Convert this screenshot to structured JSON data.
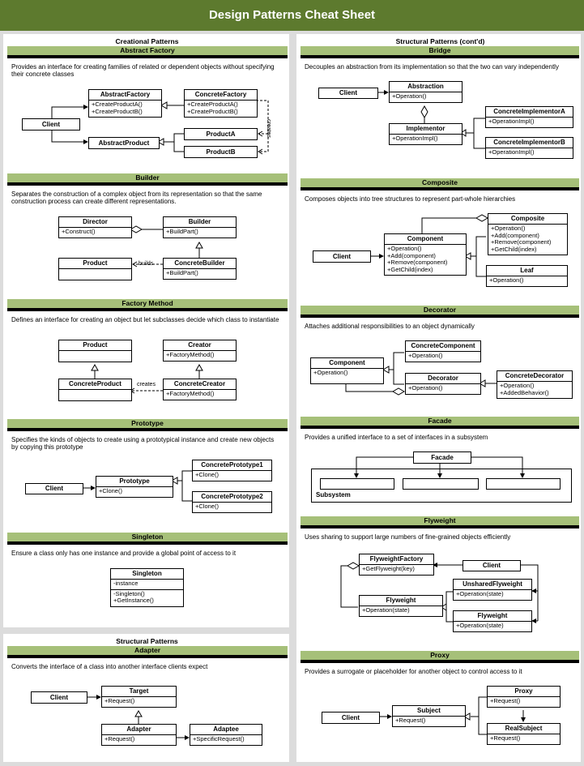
{
  "page": {
    "title": "Design Patterns Cheat Sheet"
  },
  "left": {
    "creational_title": "Creational Patterns",
    "structural_title": "Structural Patterns"
  },
  "right": {
    "structural_cont_title": "Structural Patterns (cont'd)"
  },
  "abstract_factory": {
    "title": "Abstract Factory",
    "desc": "Provides an interface for creating families of related or dependent objects without specifying their concrete classes",
    "client": "Client",
    "af": {
      "name": "AbstractFactory",
      "ops": "+CreateProductA()\n+CreateProductB()"
    },
    "cf": {
      "name": "ConcreteFactory",
      "ops": "+CreateProductA()\n+CreateProductB()"
    },
    "ap": "AbstractProduct",
    "pa": "ProductA",
    "pb": "ProductB",
    "creates": "creates"
  },
  "builder": {
    "title": "Builder",
    "desc": "Separates the construction of a complex object from its representation so that the same construction process can create different representations.",
    "director": {
      "name": "Director",
      "ops": "+Construct()"
    },
    "builder": {
      "name": "Builder",
      "ops": "+BuildPart()"
    },
    "product": {
      "name": "Product",
      "ops": ""
    },
    "cb": {
      "name": "ConcreteBuilder",
      "ops": "+BuildPart()"
    },
    "builds": "builds"
  },
  "factory_method": {
    "title": "Factory Method",
    "desc": "Defines an interface for creating an object but let subclasses decide which class to instantiate",
    "product": {
      "name": "Product",
      "ops": ""
    },
    "creator": {
      "name": "Creator",
      "ops": "+FactoryMethod()"
    },
    "cp": {
      "name": "ConcreteProduct",
      "ops": ""
    },
    "cc": {
      "name": "ConcreteCreator",
      "ops": "+FactoryMethod()"
    },
    "creates": "creates"
  },
  "prototype": {
    "title": "Prototype",
    "desc": "Specifies the kinds of objects to create using a prototypical instance and create new objects by copying this prototype",
    "client": "Client",
    "proto": {
      "name": "Prototype",
      "ops": "+Clone()"
    },
    "cp1": {
      "name": "ConcretePrototype1",
      "ops": "+Clone()"
    },
    "cp2": {
      "name": "ConcretePrototype2",
      "ops": "+Clone()"
    }
  },
  "singleton": {
    "title": "Singleton",
    "desc": "Ensure a class only has one instance and provide a global point of access to it",
    "s": {
      "name": "Singleton",
      "attrs": "-instance",
      "ops": "-Singleton()\n+GetInstance()"
    }
  },
  "adapter": {
    "title": "Adapter",
    "desc": "Converts the interface of a class into another interface clients expect",
    "client": "Client",
    "target": {
      "name": "Target",
      "ops": "+Request()"
    },
    "adapter": {
      "name": "Adapter",
      "ops": "+Request()"
    },
    "adaptee": {
      "name": "Adaptee",
      "ops": "+SpecificRequest()"
    }
  },
  "bridge": {
    "title": "Bridge",
    "desc": "Decouples an abstraction from its implementation so that the two can vary independently",
    "client": "Client",
    "abs": {
      "name": "Abstraction",
      "ops": "+Operation()"
    },
    "impl": {
      "name": "Implementor",
      "ops": "+OperationImpl()"
    },
    "cia": {
      "name": "ConcreteImplementorA",
      "ops": "+OperationImpl()"
    },
    "cib": {
      "name": "ConcreteImplementorB",
      "ops": "+OperationImpl()"
    }
  },
  "composite": {
    "title": "Composite",
    "desc": "Composes objects into tree structures to represent part-whole hierarchies",
    "client": "Client",
    "comp": {
      "name": "Component",
      "ops": "+Operation()\n+Add(component)\n+Remove(component)\n+GetChild(index)"
    },
    "composite": {
      "name": "Composite",
      "ops": "+Operation()\n+Add(component)\n+Remove(component)\n+GetChild(index)"
    },
    "leaf": {
      "name": "Leaf",
      "ops": "+Operation()"
    }
  },
  "decorator": {
    "title": "Decorator",
    "desc": "Attaches additional responsibilities to an object dynamically",
    "comp": {
      "name": "Component",
      "ops": "+Operation()"
    },
    "cc": {
      "name": "ConcreteComponent",
      "ops": "+Operation()"
    },
    "dec": {
      "name": "Decorator",
      "ops": "+Operation()"
    },
    "cd": {
      "name": "ConcreteDecorator",
      "ops": "+Operation()\n+AddedBehavior()"
    }
  },
  "facade": {
    "title": "Facade",
    "desc": "Provides a unified interface to a set of interfaces in a subsystem",
    "facade": "Facade",
    "subsystem": "Subsystem"
  },
  "flyweight": {
    "title": "Flyweight",
    "desc": "Uses sharing to support large numbers of fine-grained objects efficiently",
    "ff": {
      "name": "FlyweightFactory",
      "ops": "+GetFlyweight(key)"
    },
    "client": "Client",
    "fw": {
      "name": "Flyweight",
      "ops": "+Operation(state)"
    },
    "uf": {
      "name": "UnsharedFlyweight",
      "ops": "+Operation(state)"
    },
    "fw2": {
      "name": "Flyweight",
      "ops": "+Operation(state)"
    }
  },
  "proxy": {
    "title": "Proxy",
    "desc": "Provides a surrogate or placeholder for another object to control access to it",
    "client": "Client",
    "subject": {
      "name": "Subject",
      "ops": "+Request()"
    },
    "proxy": {
      "name": "Proxy",
      "ops": "+Request()"
    },
    "rs": {
      "name": "RealSubject",
      "ops": "+Request()"
    }
  }
}
